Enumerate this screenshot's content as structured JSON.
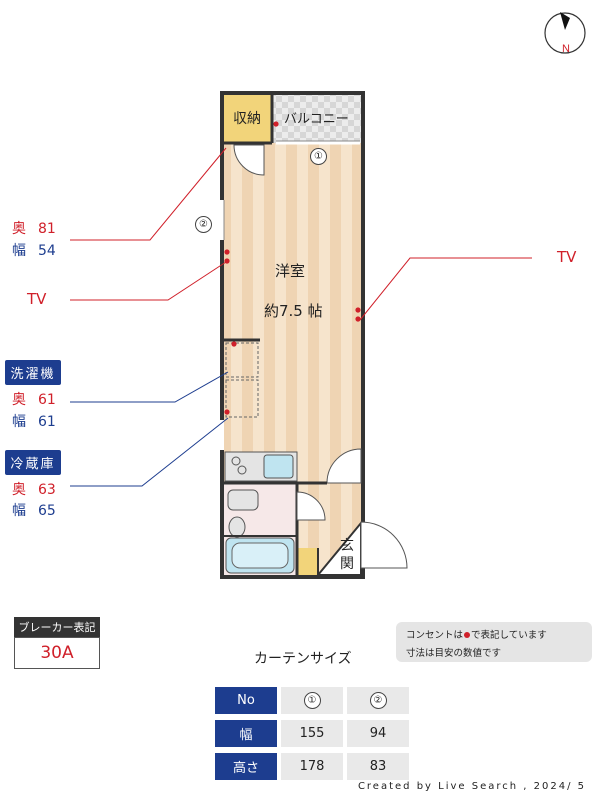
{
  "compass": {
    "label": "N"
  },
  "rooms": {
    "storage": "収納",
    "balcony": "バルコニー",
    "western_room": "洋室",
    "size": "約7.5 帖",
    "entrance_1": "玄",
    "entrance_2": "関"
  },
  "window_markers": [
    "①",
    "②"
  ],
  "left_labels": {
    "oku": "奥",
    "haba": "幅",
    "window2_depth": "81",
    "window2_width": "54",
    "tv_left": "TV",
    "washer": {
      "title": "洗濯機",
      "depth": "61",
      "width": "61"
    },
    "fridge": {
      "title": "冷蔵庫",
      "depth": "63",
      "width": "65"
    }
  },
  "tv_right": "TV",
  "breaker": {
    "title": "ブレーカー表記",
    "value": "30A"
  },
  "note": {
    "line1_before": "コンセントは",
    "line1_after": "で表記しています",
    "line2": "寸法は目安の数値です"
  },
  "curtain": {
    "title": "カーテンサイズ",
    "headers": [
      "No",
      "幅",
      "高さ"
    ],
    "columns": [
      "①",
      "②"
    ],
    "width": [
      "155",
      "94"
    ],
    "height": [
      "178",
      "83"
    ]
  },
  "credit": "Created by Live Search , 2024/ 5",
  "colors": {
    "red": "#d0202a",
    "blue": "#1d3d8f",
    "floor": "#f3dcc0"
  }
}
